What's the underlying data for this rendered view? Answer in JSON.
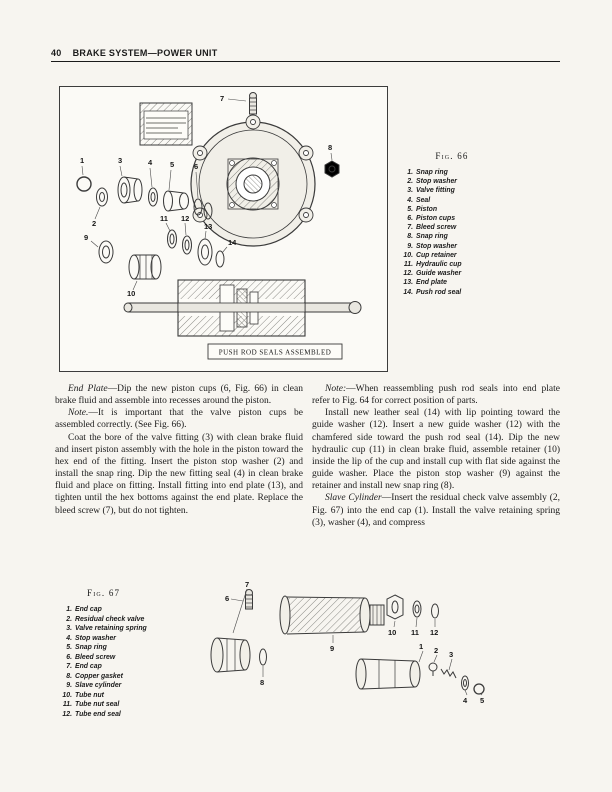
{
  "page": {
    "number": "40",
    "title": "BRAKE SYSTEM—POWER UNIT"
  },
  "fig66": {
    "label": "Fig. 66",
    "caption": "PUSH ROD SEALS ASSEMBLED",
    "callouts": [
      "1",
      "2",
      "3",
      "4",
      "5",
      "6",
      "7",
      "8",
      "9",
      "10",
      "11",
      "12",
      "13",
      "14"
    ],
    "parts": [
      {
        "num": "1.",
        "name": "Snap ring"
      },
      {
        "num": "2.",
        "name": "Stop washer"
      },
      {
        "num": "3.",
        "name": "Valve fitting"
      },
      {
        "num": "4.",
        "name": "Seal"
      },
      {
        "num": "5.",
        "name": "Piston"
      },
      {
        "num": "6.",
        "name": "Piston cups"
      },
      {
        "num": "7.",
        "name": "Bleed screw"
      },
      {
        "num": "8.",
        "name": "Snap ring"
      },
      {
        "num": "9.",
        "name": "Stop washer"
      },
      {
        "num": "10.",
        "name": "Cup retainer"
      },
      {
        "num": "11.",
        "name": "Hydraulic cup"
      },
      {
        "num": "12.",
        "name": "Guide washer"
      },
      {
        "num": "13.",
        "name": "End plate"
      },
      {
        "num": "14.",
        "name": "Push rod seal"
      }
    ]
  },
  "body": {
    "left": [
      {
        "lead": "End Plate",
        "text": "—Dip the new piston cups (6, Fig. 66) in clean brake fluid and assemble into recesses around the piston."
      },
      {
        "lead": "Note.",
        "text": "—It is important that the valve piston cups be assembled correctly. (See Fig. 66)."
      },
      {
        "lead": "",
        "text": "Coat the bore of the valve fitting (3) with clean brake fluid and insert piston assembly with the hole in the piston toward the hex end of the fitting. Insert the piston stop washer (2) and install the snap ring. Dip the new fitting seal (4) in clean brake fluid and place on fitting. Install fitting into end plate (13), and tighten until the hex bottoms against the end plate. Replace the bleed screw (7), but do not tighten."
      }
    ],
    "right": [
      {
        "lead": "Note:",
        "text": "—When reassembling push rod seals into end plate refer to Fig. 64 for correct position of parts."
      },
      {
        "lead": "",
        "text": "Install new leather seal (14) with lip pointing toward the guide washer (12). Insert a new guide washer (12) with the chamfered side toward the push rod seal (14). Dip the new hydraulic cup (11) in clean brake fluid, assemble retainer (10) inside the lip of the cup and install cup with flat side against the guide washer. Place the piston stop washer (9) against the retainer and install new snap ring (8)."
      },
      {
        "lead": "Slave Cylinder",
        "text": "—Insert the residual check valve assembly (2, Fig. 67) into the end cap (1). Install the valve retaining spring (3), washer (4), and compress"
      }
    ]
  },
  "fig67": {
    "label": "Fig. 67",
    "callouts": [
      "1",
      "2",
      "3",
      "4",
      "5",
      "6",
      "7",
      "8",
      "9",
      "10",
      "11",
      "12"
    ],
    "parts": [
      {
        "num": "1.",
        "name": "End cap"
      },
      {
        "num": "2.",
        "name": "Residual check valve"
      },
      {
        "num": "3.",
        "name": "Valve retaining spring"
      },
      {
        "num": "4.",
        "name": "Stop washer"
      },
      {
        "num": "5.",
        "name": "Snap ring"
      },
      {
        "num": "6.",
        "name": "Bleed screw"
      },
      {
        "num": "7.",
        "name": "End cap"
      },
      {
        "num": "8.",
        "name": "Copper gasket"
      },
      {
        "num": "9.",
        "name": "Slave cylinder"
      },
      {
        "num": "10.",
        "name": "Tube nut"
      },
      {
        "num": "11.",
        "name": "Tube nut seal"
      },
      {
        "num": "12.",
        "name": "Tube end seal"
      }
    ]
  }
}
